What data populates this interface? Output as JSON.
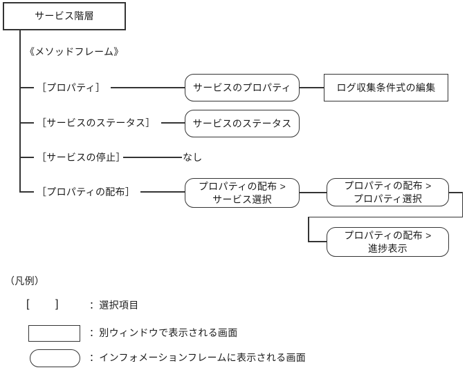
{
  "diagram": {
    "root": {
      "label": "サービス階層"
    },
    "frame_label": "《メソッドフレーム》",
    "branches": [
      {
        "label": "［プロパティ］"
      },
      {
        "label": "［サービスのステータス］"
      },
      {
        "label": "［サービスの停止］"
      },
      {
        "label": "［プロパティの配布］"
      }
    ],
    "none_label": "なし",
    "nodes": {
      "service_properties": {
        "label": "サービスのプロパティ"
      },
      "log_collection_edit": {
        "label": "ログ収集条件式の編集"
      },
      "service_status": {
        "label": "サービスのステータス"
      },
      "dist_service_select": {
        "line1": "プロパティの配布 >",
        "line2": "サービス選択"
      },
      "dist_property_select": {
        "line1": "プロパティの配布 >",
        "line2": "プロパティ選択"
      },
      "dist_progress": {
        "line1": "プロパティの配布 >",
        "line2": "進捗表示"
      }
    }
  },
  "legend": {
    "title": "（凡例）",
    "bracket_open": "[",
    "bracket_close": "]",
    "items": [
      {
        "desc": "：選択項目"
      },
      {
        "desc": "：別ウィンドウで表示される画面"
      },
      {
        "desc": "：インフォメーションフレームに表示される画面"
      }
    ]
  },
  "colors": {
    "background": "#ffffff",
    "line": "#333333",
    "text": "#1a1a1a"
  }
}
